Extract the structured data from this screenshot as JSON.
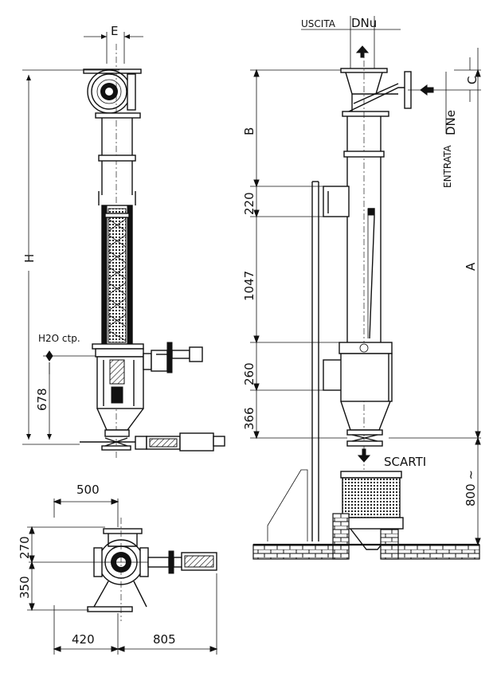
{
  "labels": {
    "dim_E": "E",
    "dim_H": "H",
    "h2o": "H2O ctp.",
    "dim_678": "678",
    "uscita": "USCITA",
    "dnu": "DNu",
    "dim_B": "B",
    "dim_C": "C",
    "dne": "DNe",
    "entrata": "ENTRATA",
    "dim_A": "A",
    "dim_220": "220",
    "dim_1047": "1047",
    "dim_260": "260",
    "dim_366": "366",
    "scarti": "SCARTI",
    "dim_800": "800 ~",
    "dim_500": "500",
    "dim_270": "270",
    "dim_350": "350",
    "dim_420": "420",
    "dim_805": "805"
  }
}
